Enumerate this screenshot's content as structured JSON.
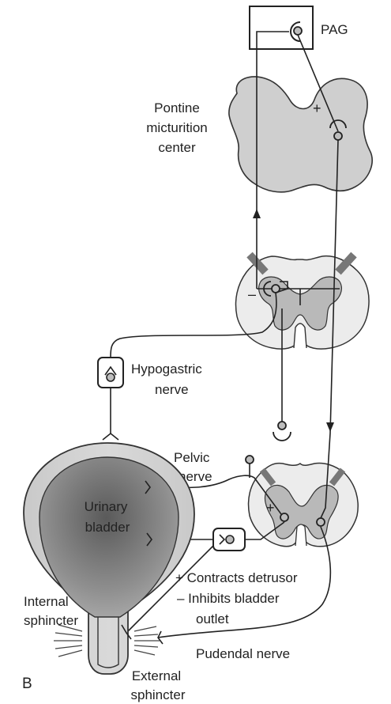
{
  "labels": {
    "pag": "PAG",
    "pontine_line1": "Pontine",
    "pontine_line2": "micturition",
    "pontine_line3": "center",
    "hypogastric_line1": "Hypogastric",
    "hypogastric_line2": "nerve",
    "pelvic_line1": "Pelvic",
    "pelvic_line2": "nerve",
    "urinary_line1": "Urinary",
    "urinary_line2": "bladder",
    "internal_line1": "Internal",
    "internal_line2": "sphincter",
    "external_line1": "External",
    "external_line2": "sphincter",
    "pudendal": "Pudendal nerve",
    "legend_line1": "+ Contracts detrusor",
    "legend_line2": "– Inhibits bladder",
    "legend_line3": "outlet",
    "figure_letter": "B"
  },
  "signs": {
    "pontine_plus": "+",
    "thoracic_minus": "–",
    "sacral_plus": "+"
  },
  "colors": {
    "brainstem_fill": "#cfcfcf",
    "spinal_white": "#ececec",
    "spinal_gray": "#b9b9b9",
    "bladder_wall": "#bdbdbd",
    "bladder_lumen_light": "#a9a9a9",
    "bladder_lumen_dark": "#5a5a5a",
    "line": "#222222"
  }
}
